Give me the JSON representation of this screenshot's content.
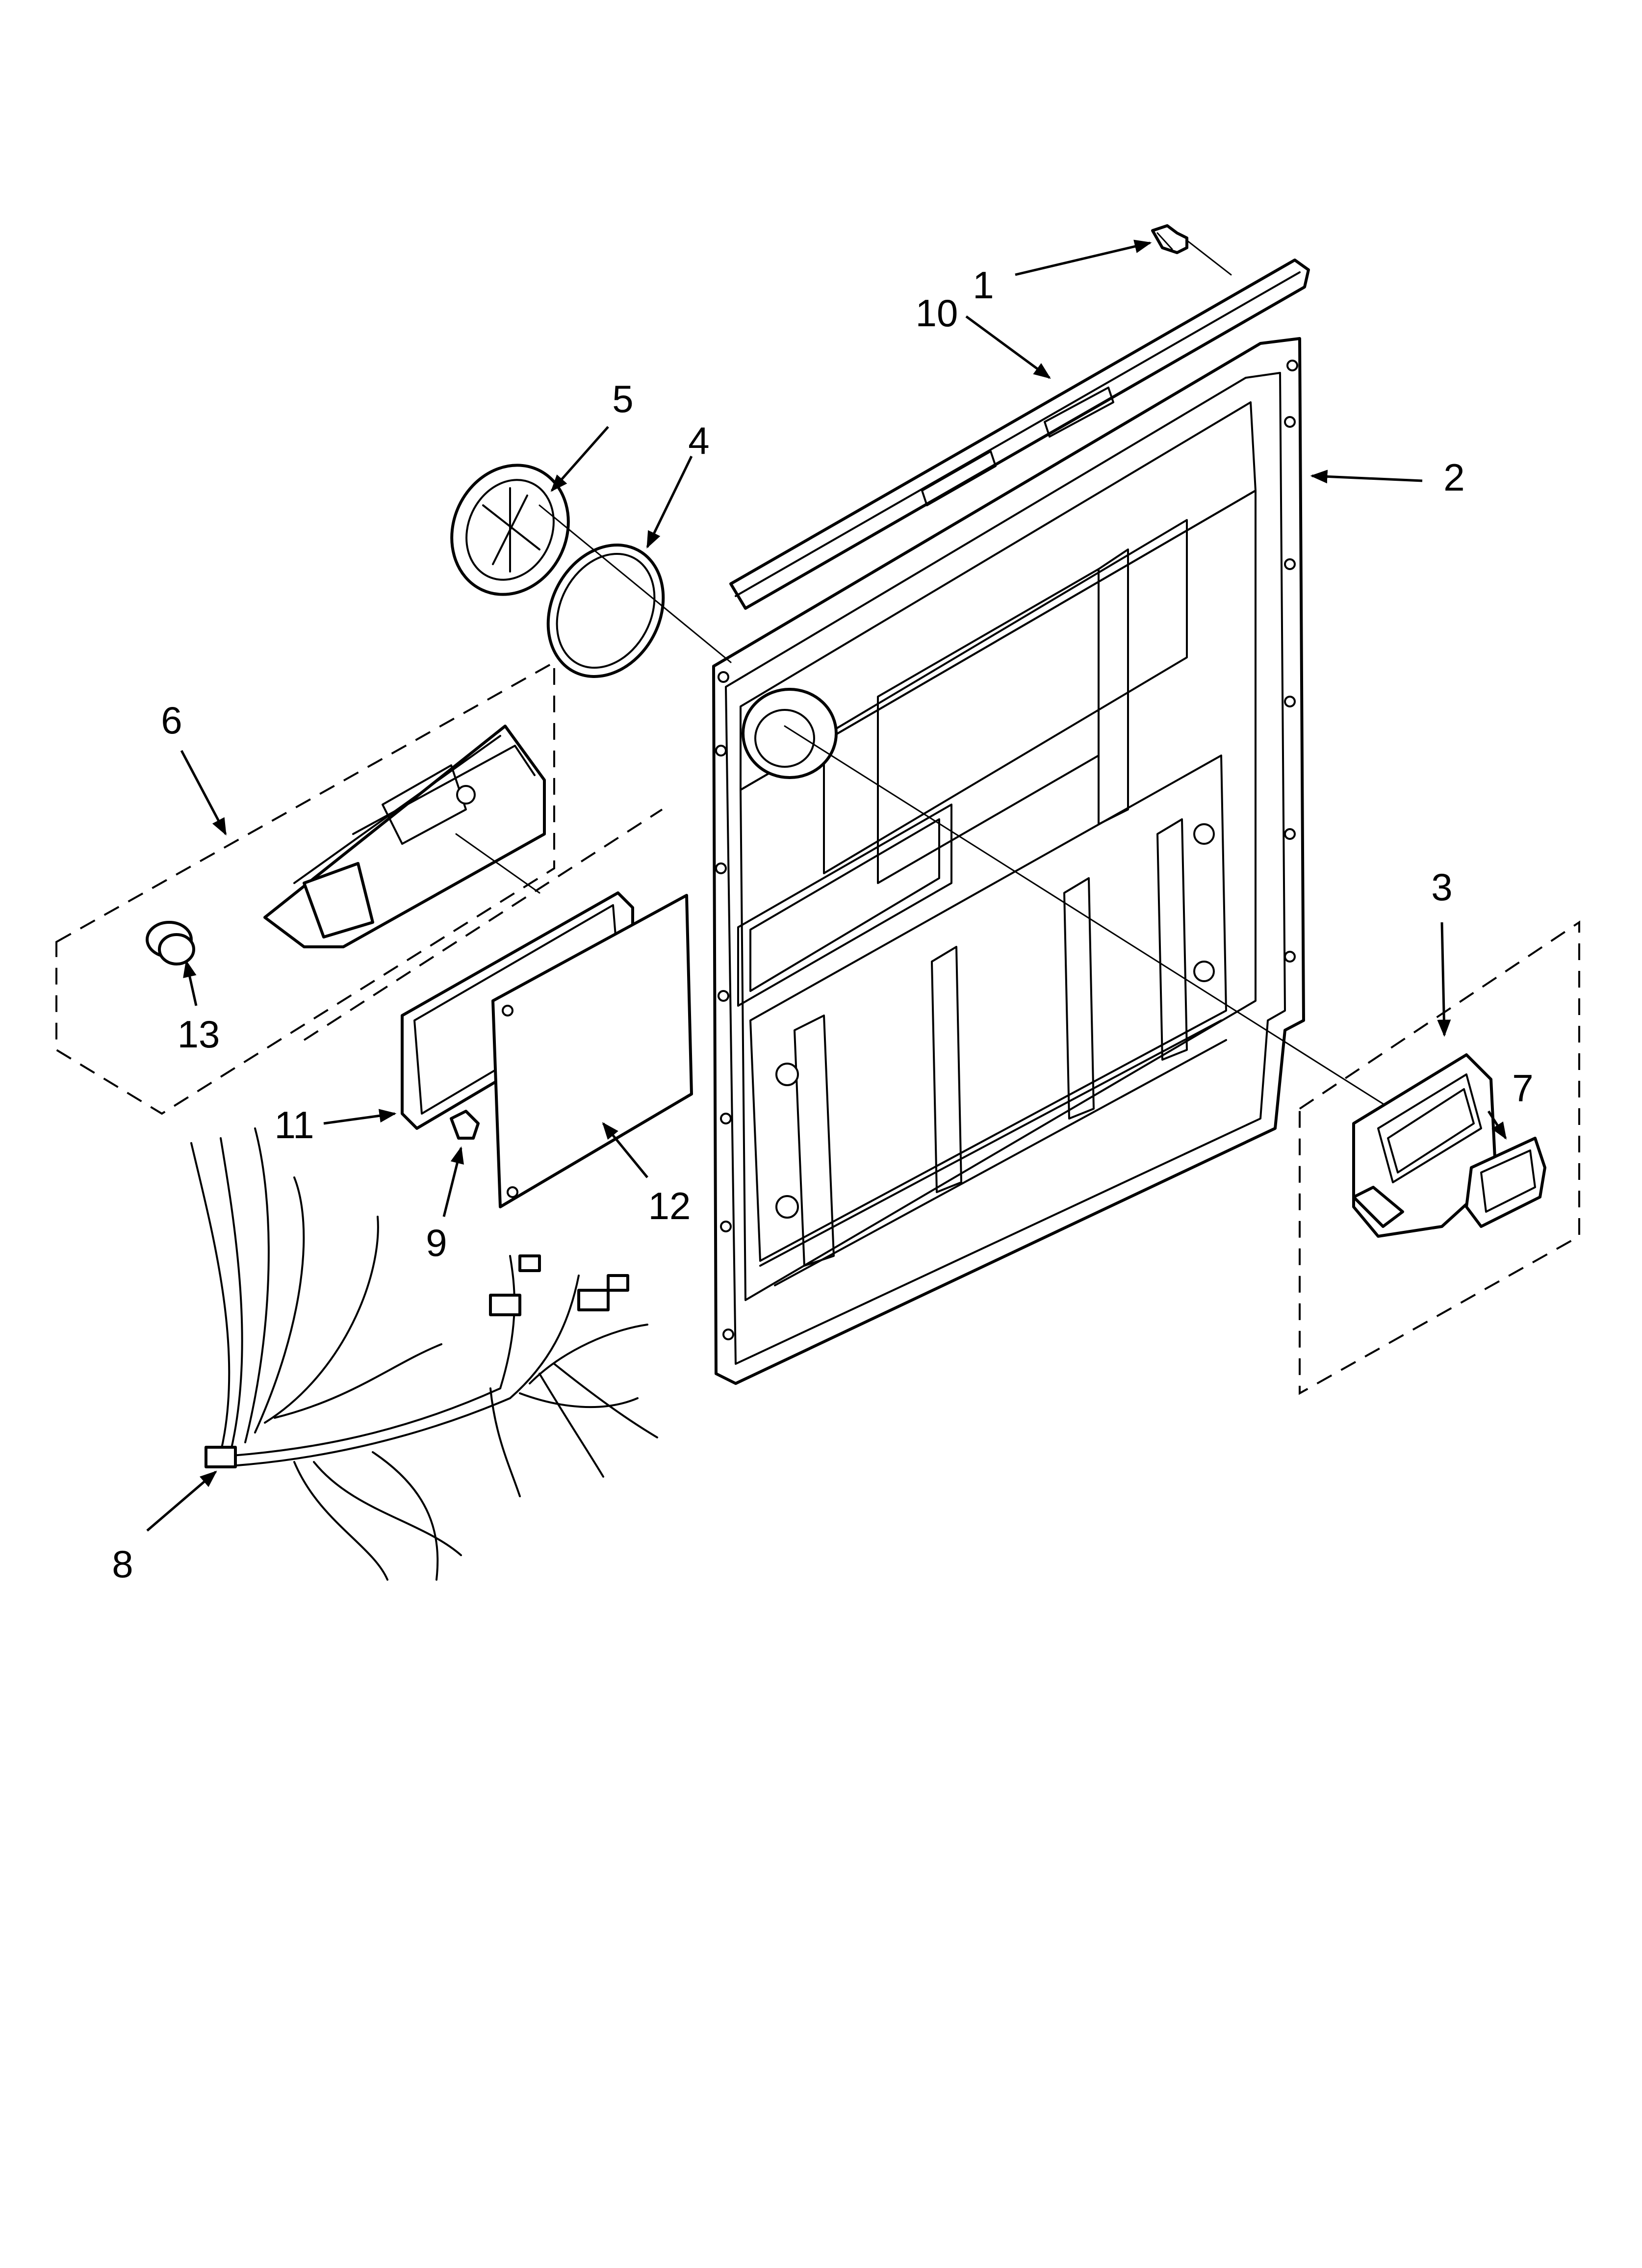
{
  "diagram": {
    "colors": {
      "line": "#000000",
      "background": "#ffffff"
    },
    "callouts": [
      {
        "id": "c1",
        "label": "1"
      },
      {
        "id": "c2",
        "label": "2"
      },
      {
        "id": "c3",
        "label": "3"
      },
      {
        "id": "c4",
        "label": "4"
      },
      {
        "id": "c5",
        "label": "5"
      },
      {
        "id": "c6",
        "label": "6"
      },
      {
        "id": "c7",
        "label": "7"
      },
      {
        "id": "c8",
        "label": "8"
      },
      {
        "id": "c9",
        "label": "9"
      },
      {
        "id": "c10",
        "label": "10"
      },
      {
        "id": "c11",
        "label": "11"
      },
      {
        "id": "c12",
        "label": "12"
      },
      {
        "id": "c13",
        "label": "13"
      }
    ]
  }
}
